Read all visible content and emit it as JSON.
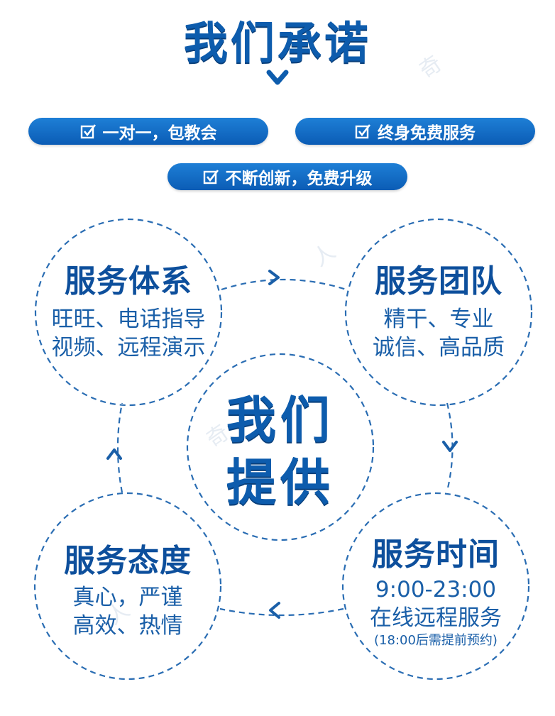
{
  "title": "我们承诺",
  "promises": [
    "一对一，包教会",
    "终身免费服务",
    "不断创新，免费升级"
  ],
  "center": {
    "line1": "我们",
    "line2": "提供"
  },
  "circles": {
    "system": {
      "heading": "服务体系",
      "line1": "旺旺、电话指导",
      "line2": "视频、远程演示"
    },
    "team": {
      "heading": "服务团队",
      "line1": "精干、专业",
      "line2": "诚信、高品质"
    },
    "time": {
      "heading": "服务时间",
      "line1": "9:00-23:00",
      "line2": "在线远程服务",
      "note": "(18:00后需提前预约)"
    },
    "attitude": {
      "heading": "服务态度",
      "line1": "真心，严谨",
      "line2": "高效、热情"
    }
  },
  "watermarks": [
    "奇",
    "人",
    "奇",
    "人"
  ],
  "icons": {
    "check": "checkbox-icon",
    "down": "chevron-down-icon",
    "arrow_right": "arrow-right-icon",
    "arrow_down": "arrow-down-icon",
    "arrow_left": "arrow-left-icon",
    "arrow_up": "arrow-up-icon"
  },
  "colors": {
    "primary": "#0d5cad",
    "pill_top": "#1e7fd6",
    "pill_bottom": "#0b5cb5",
    "dash": "#2a6db3"
  }
}
